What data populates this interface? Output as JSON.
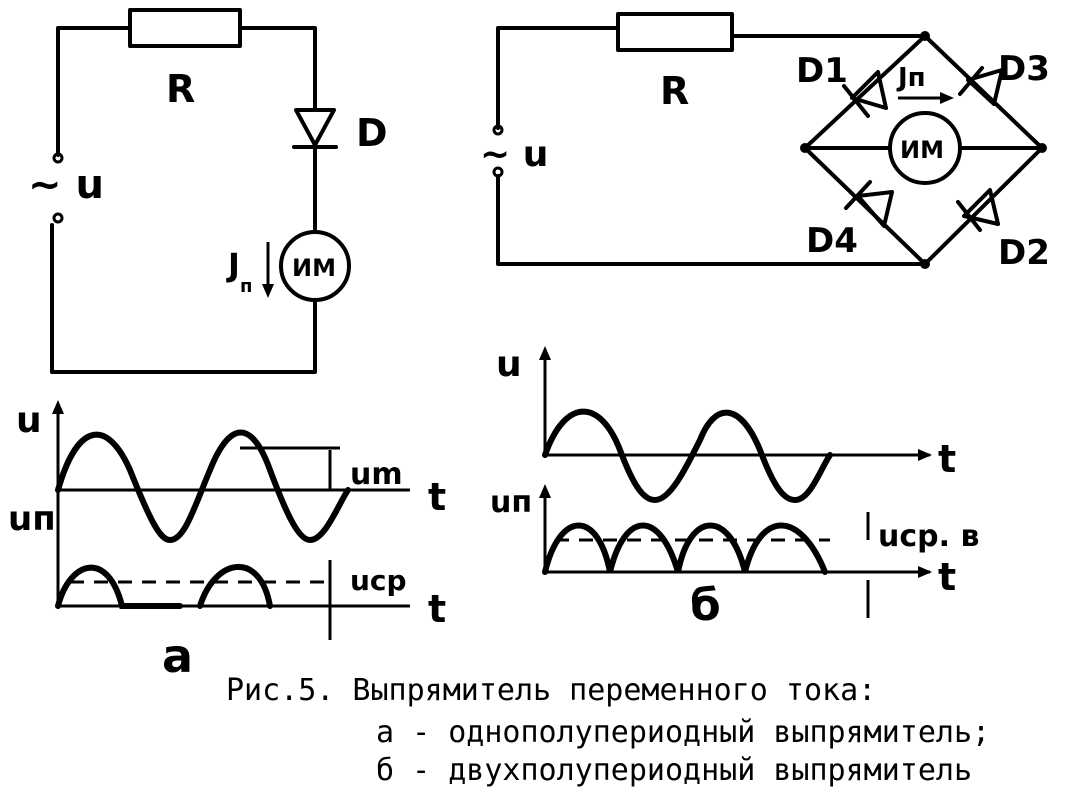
{
  "circuit_a": {
    "resistor": "R",
    "diode": "D",
    "source": "~ u",
    "current": "J",
    "current_sub": "п",
    "meter": "ИМ"
  },
  "circuit_b": {
    "resistor": "R",
    "source": "~ u",
    "meter": "ИМ",
    "current": "Jп",
    "diodes": [
      "D1",
      "D3",
      "D4",
      "D2"
    ]
  },
  "graph_a": {
    "top_axis": "u",
    "bottom_axis": "uп",
    "amplitude": "um",
    "average": "uср",
    "time": "t",
    "panel_letter": "а"
  },
  "graph_b": {
    "top_axis": "u",
    "bottom_axis": "uп",
    "average": "uср. в",
    "time": "t",
    "panel_letter": "б"
  },
  "caption": {
    "line1": "Рис.5. Выпрямитель переменного тока:",
    "line2": "а - однополупериодный выпрямитель;",
    "line3": "б - двухполупериодный выпрямитель"
  }
}
